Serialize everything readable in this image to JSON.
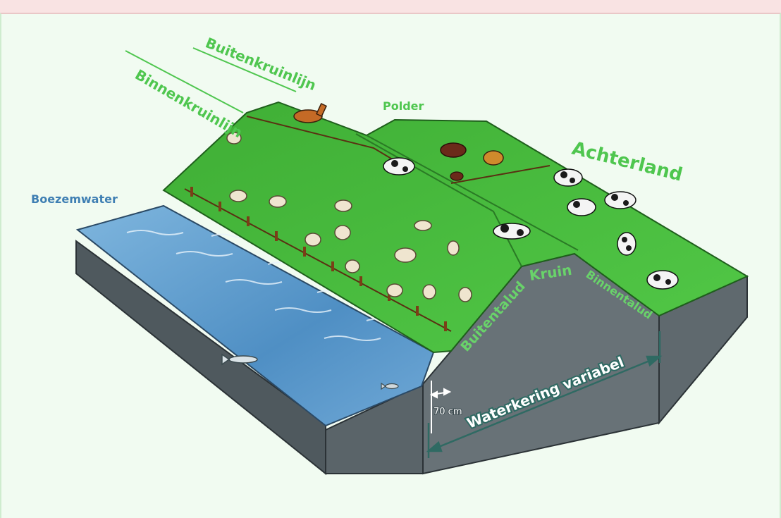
{
  "labels": {
    "buitenkruinlijn": "Buitenkruinlijn",
    "binnenkruinlijn": "Binnenkruinlijn",
    "polder": "Polder",
    "achterland": "Achterland",
    "boezemwater": "Boezemwater",
    "kruin": "Kruin",
    "buitentalud": "Buitentalud",
    "binnentalud": "Binnentalud",
    "distance": "70 cm",
    "waterkering": "Waterkering variabel"
  },
  "colors": {
    "grass": "#4cc43c",
    "grass_dark": "#2f8f2a",
    "water": "#5f9fd0",
    "soil": "#616b70",
    "label_green": "#4fc64f",
    "label_blue": "#3f7fb3",
    "arrow": "#2f6a63"
  }
}
